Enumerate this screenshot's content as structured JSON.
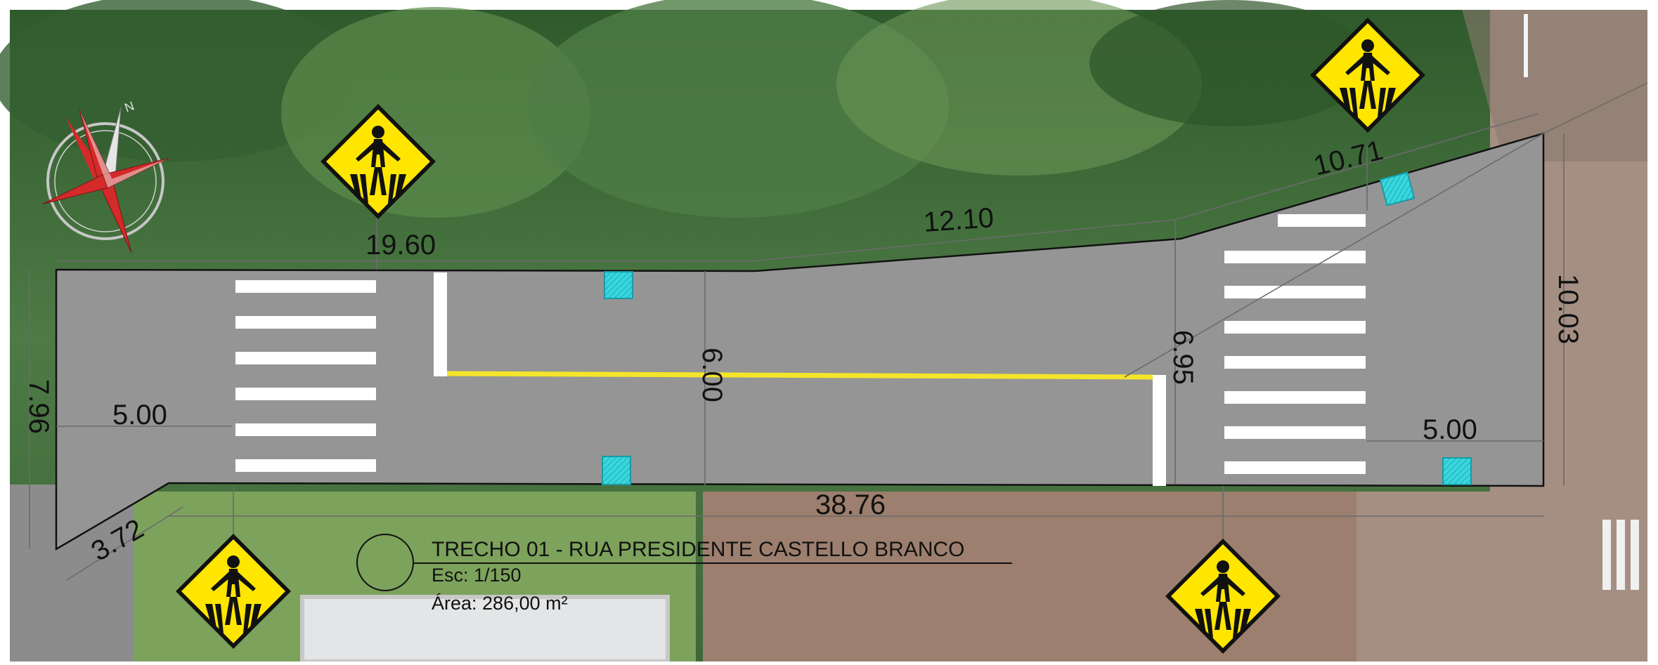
{
  "plan": {
    "title": "TRECHO 01 - RUA PRESIDENTE CASTELLO BRANCO",
    "scale": "Esc: 1/150",
    "area": "Área: 286,00 m²"
  },
  "compass": {
    "north_label": "N"
  },
  "dimensions": {
    "top_left_length": "19.60",
    "top_middle_length": "12.10",
    "top_right_length": "10.71",
    "right_width": "10.03",
    "left_width": "7.96",
    "left_crosswalk_offset": "5.00",
    "right_crosswalk_offset": "5.00",
    "middle_width": "6.00",
    "right_section_width": "6.95",
    "bottom_length": "38.76",
    "bottom_left_chamfer": "3.72"
  },
  "signs": {
    "type": "pedestrian-crossing-sign-icon",
    "count": 4
  },
  "colors": {
    "pavement": "#959595",
    "center_line": "#f4e52a",
    "crosswalk": "#ffffff",
    "drain": "#38d7df",
    "sign_yellow": "#ffe600",
    "compass_red": "#d42a2a",
    "vegetation": "#3f6a3a"
  }
}
